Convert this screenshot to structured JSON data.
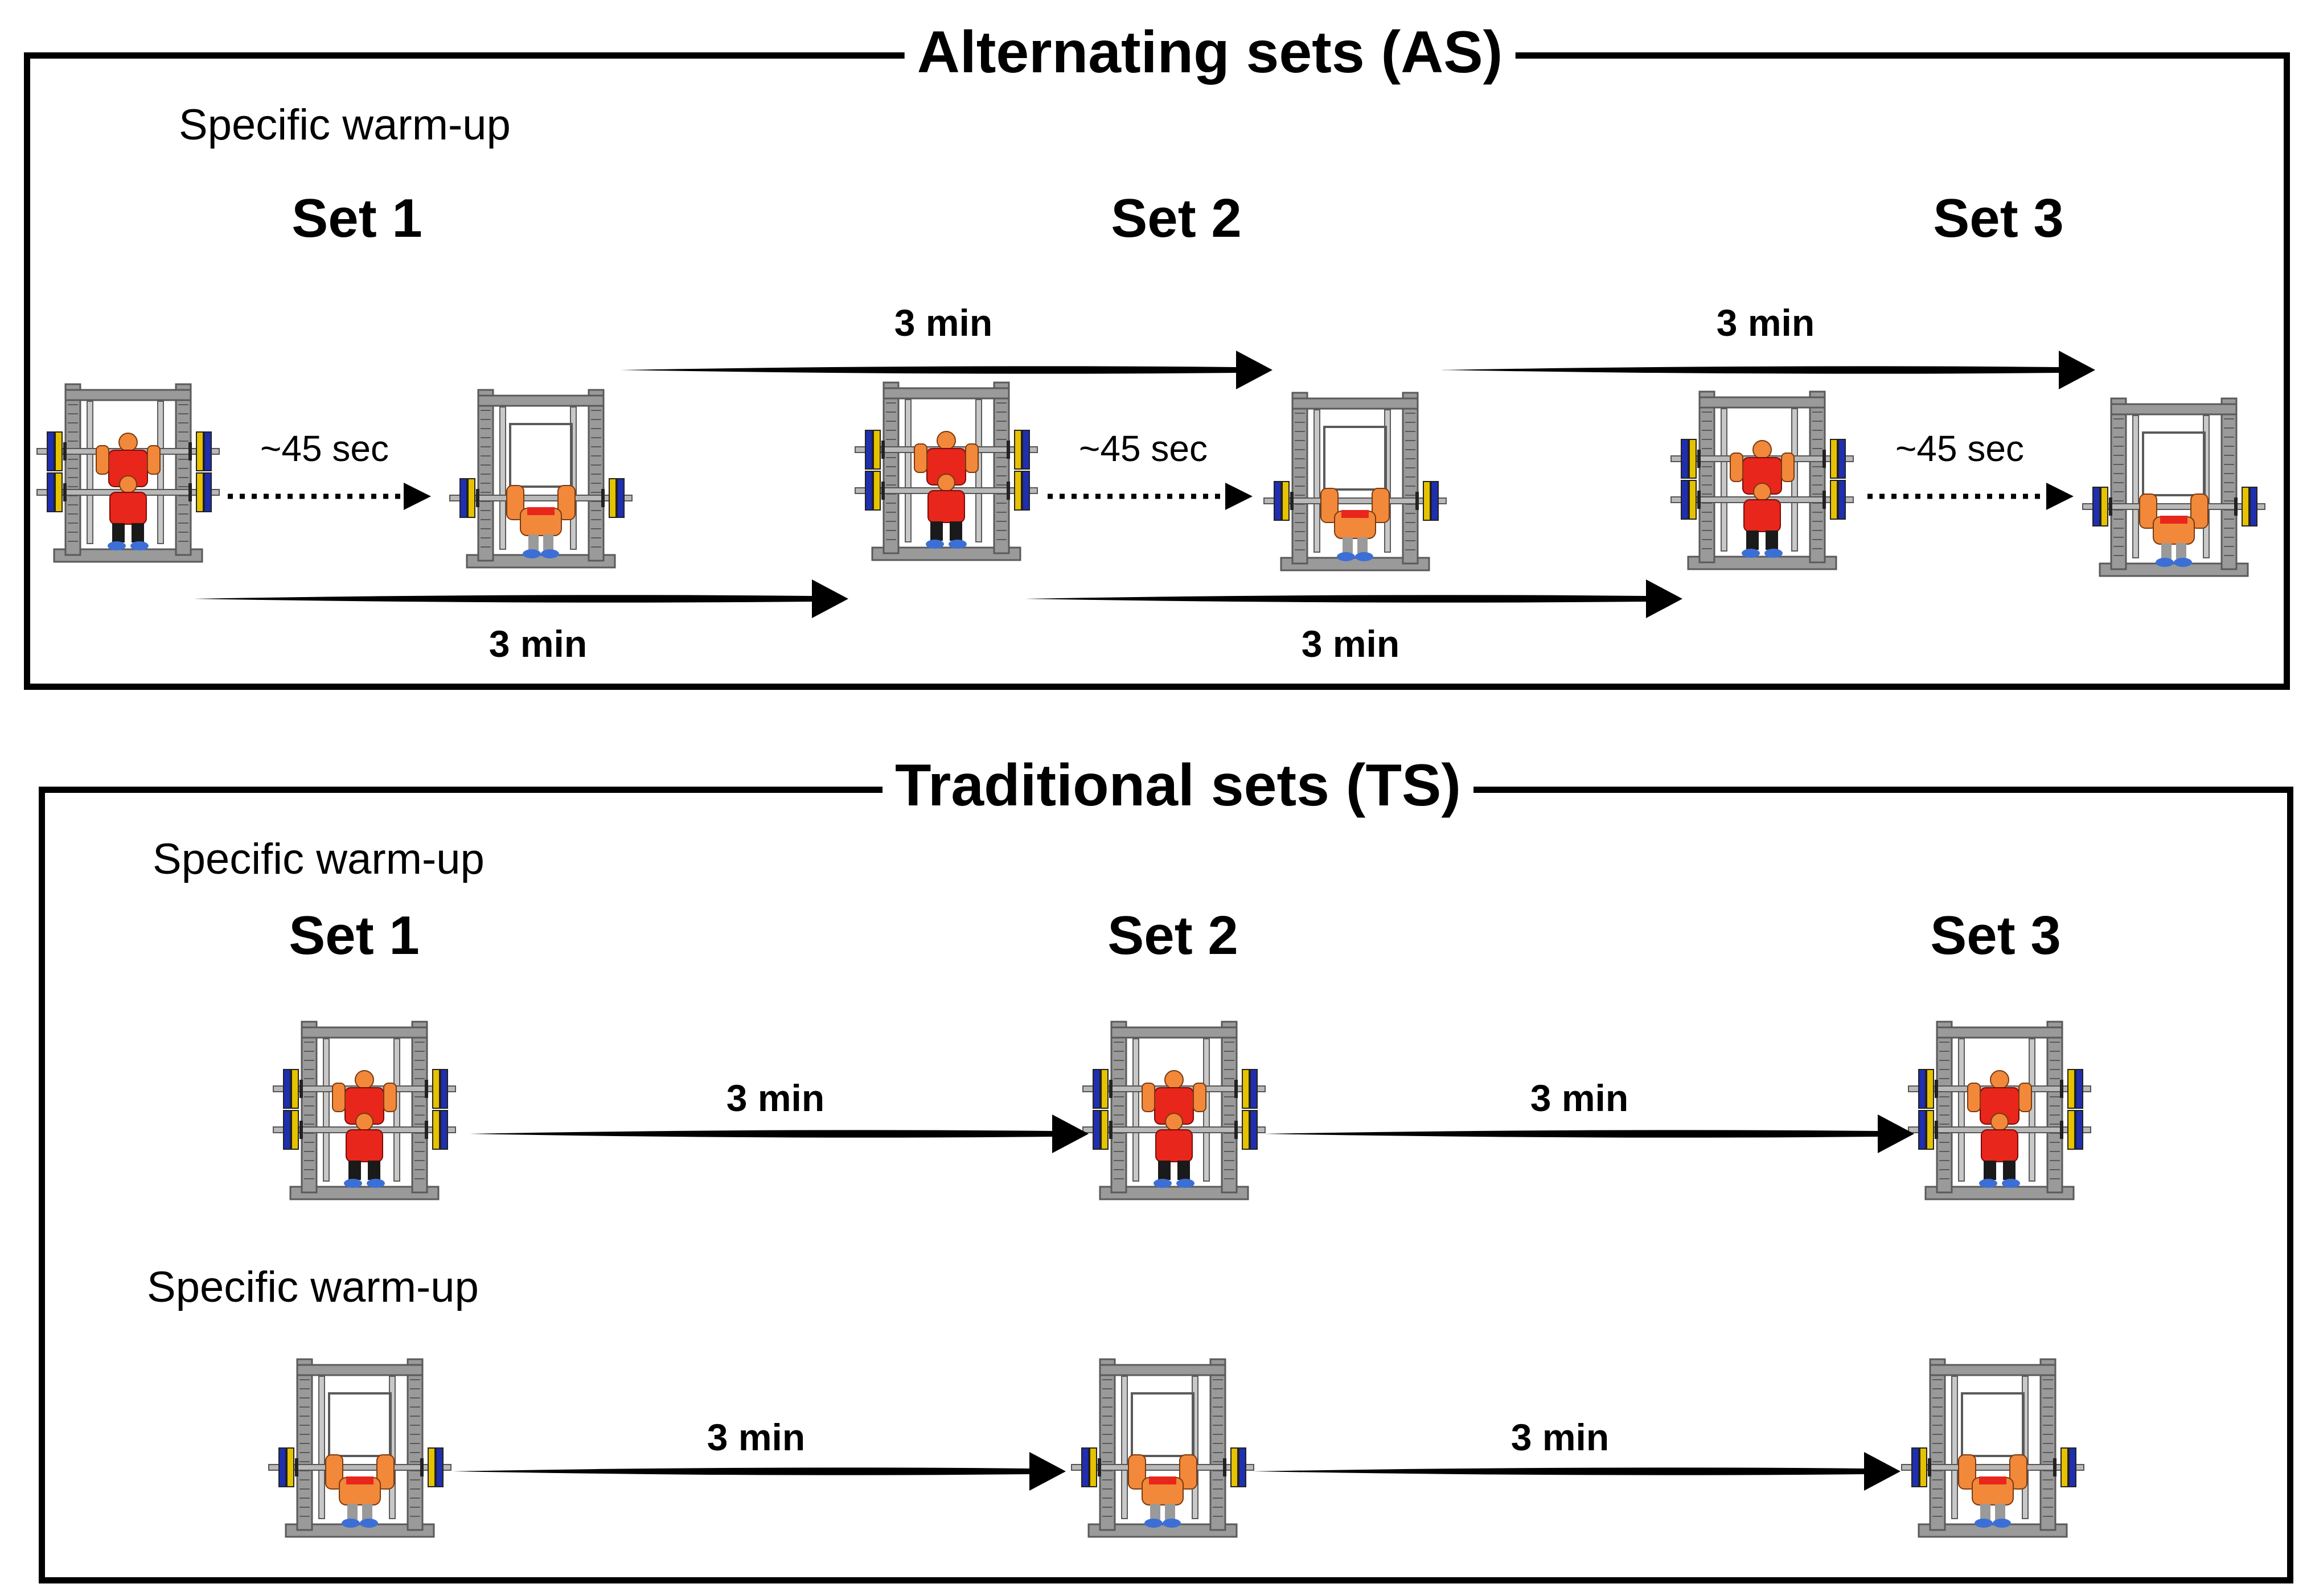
{
  "as_panel": {
    "title": "Alternating sets (AS)",
    "warmup_label": "Specific warm-up",
    "sets": [
      {
        "label": "Set 1"
      },
      {
        "label": "Set 2"
      },
      {
        "label": "Set 3"
      }
    ],
    "long_rest_label": "3 min",
    "short_rest_label": "~45 sec",
    "exercises": [
      "squat",
      "bench-press"
    ]
  },
  "ts_panel": {
    "title": "Traditional sets (TS)",
    "rows": [
      {
        "warmup_label": "Specific warm-up",
        "exercise": "squat",
        "rest_label": "3 min"
      },
      {
        "warmup_label": "Specific warm-up",
        "exercise": "bench-press",
        "rest_label": "3 min"
      }
    ],
    "set_labels": [
      "Set 1",
      "Set 2",
      "Set 3"
    ]
  },
  "colors": {
    "frame": "#9a9a9a",
    "frame_dark": "#5a5a5a",
    "plate_blue": "#1f2fb0",
    "plate_yellow": "#e6c200",
    "shirt_red": "#e8261c",
    "skin_orange": "#f2883a",
    "shoe_blue": "#3c6fd6"
  },
  "icons": [
    "smith-machine-squat-icon",
    "smith-machine-bench-icon",
    "arrow-icon",
    "dotted-arrow-icon"
  ]
}
